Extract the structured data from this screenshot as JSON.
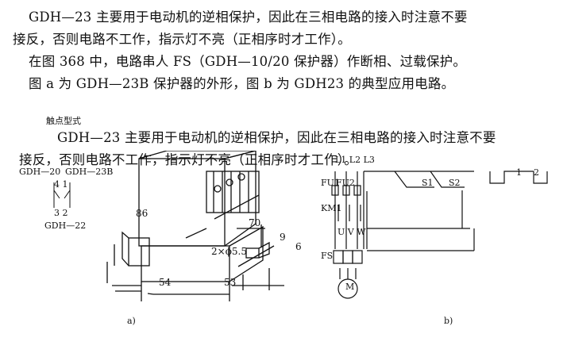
{
  "paragraphs": [
    "GDH—23 主要用于电动机的逆相保护，因此在三相电路的接入时注意不要",
    "接反，否则电路不工作，指示灯不亮（正相序时才工作）。",
    "在图 368 中，电路串人 FS（GDH—10/20 保护器）作断相、过载保护。",
    "图 a 为 GDH—23B 保护器的外形，图 b 为 GDH23 的典型应用电路。"
  ],
  "overlay_paragraphs": [
    "GDH—23 主要用于电动机的逆相保护，因此在三相电路的接入时注意不要",
    "接反，否则电路不工作，指示灯不亮（正相序时才工作）。"
  ],
  "contact_section": {
    "title": "触点型式",
    "model_left": "GDH—20",
    "model_right": "GDH—23B",
    "pins_top": "4 1",
    "pins_bottom": "3 2",
    "model_bottom": "GDH—22"
  },
  "figure_a": {
    "caption": "a)",
    "dims": {
      "d86": "86",
      "d70": "70",
      "d55": "2×ϕ5.5",
      "d9": "9",
      "d6": "6",
      "d54": "54",
      "d53": "53"
    }
  },
  "figure_b": {
    "caption": "b)",
    "labels": {
      "l123": "L1 L2 L3",
      "fu1": "FU1",
      "fu2": "FU2",
      "s1": "S1",
      "s2": "S2",
      "km1": "KM1",
      "uvw": "U V W",
      "fs": "FS",
      "motor": "M",
      "n1": "1",
      "n2": "2"
    }
  }
}
